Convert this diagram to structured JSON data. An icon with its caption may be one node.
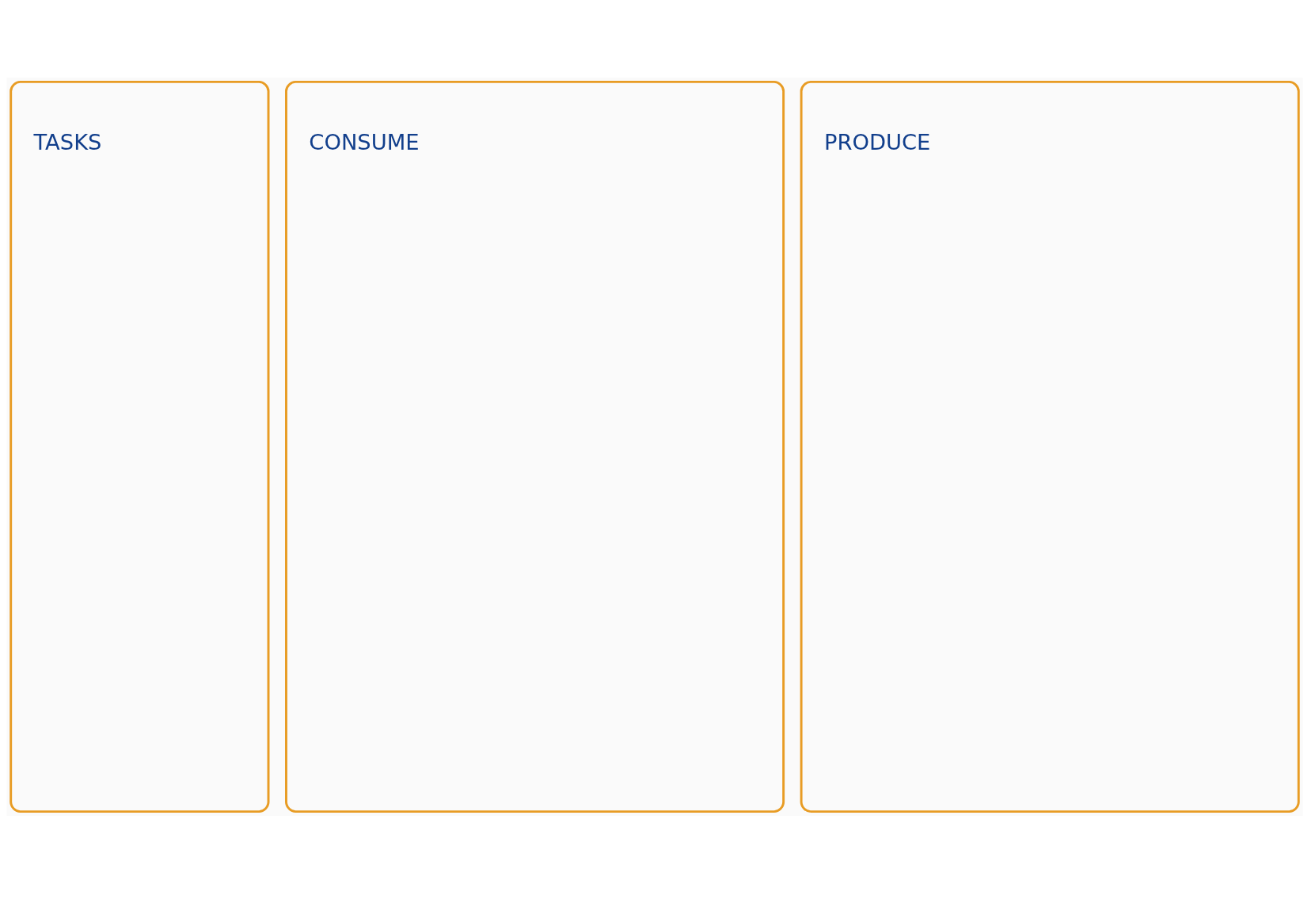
{
  "diagram": {
    "nodes": [
      {
        "text": [
          "TASKS"
        ]
      },
      {
        "text": [
          "CONSUME"
        ]
      },
      {
        "text": [
          "PRODUCE"
        ]
      }
    ]
  }
}
